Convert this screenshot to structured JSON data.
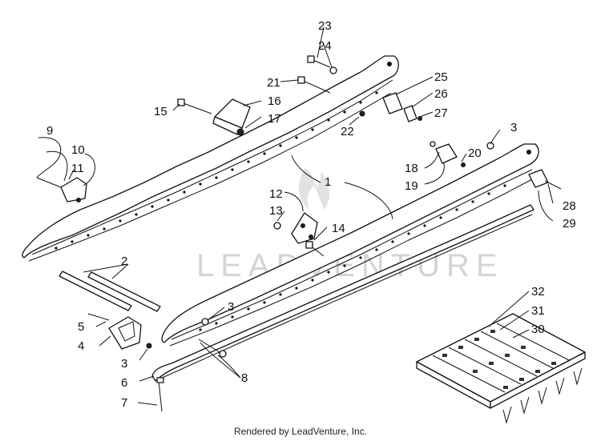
{
  "watermark": {
    "text": "LEADVENTURE"
  },
  "footer": {
    "text": "Rendered by LeadVenture, Inc."
  },
  "callouts": [
    "1",
    "2",
    "3",
    "3",
    "3",
    "4",
    "5",
    "6",
    "7",
    "8",
    "9",
    "10",
    "11",
    "12",
    "13",
    "14",
    "15",
    "16",
    "17",
    "18",
    "19",
    "20",
    "21",
    "22",
    "23",
    "24",
    "25",
    "26",
    "27",
    "28",
    "29",
    "30",
    "31",
    "32"
  ]
}
